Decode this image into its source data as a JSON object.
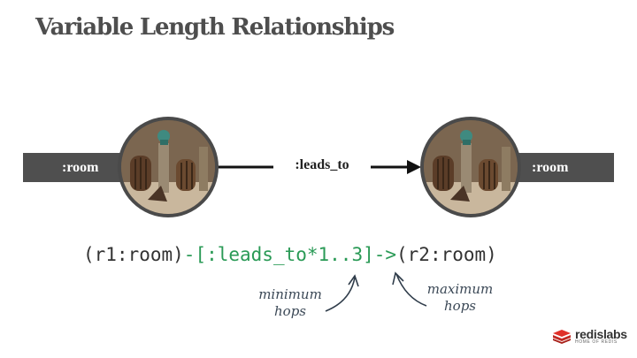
{
  "slide": {
    "title": "Variable Length Relationships"
  },
  "diagram": {
    "left_node_label": ":room",
    "right_node_label": ":room",
    "edge_label": ":leads_to",
    "accent_color": "#2a9a56",
    "bar_color": "#4f4f4f"
  },
  "query": {
    "prefix": "(r1:room)",
    "relationship": "-[:leads_to*1..3]->",
    "suffix": "(r2:room)"
  },
  "annotations": {
    "minimum": "minimum hops",
    "maximum": "maximum hops"
  },
  "brand": {
    "name": "redislabs",
    "tagline": "HOME OF REDIS"
  }
}
